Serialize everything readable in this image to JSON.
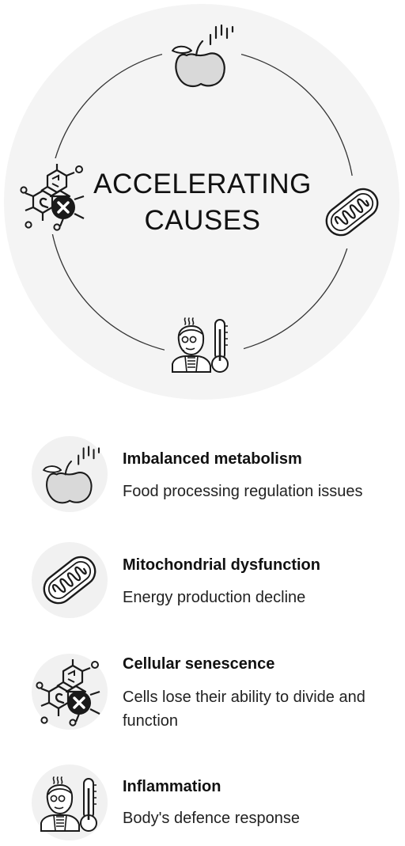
{
  "hero": {
    "title_line1": "ACCELERATING",
    "title_line2": "CAUSES",
    "icons": [
      "apple-icon",
      "mitochondria-icon",
      "heat-person-icon",
      "cell-damage-icon"
    ]
  },
  "causes": [
    {
      "title": "Imbalanced metabolism",
      "description": "Food processing regulation issues",
      "icon": "apple-icon"
    },
    {
      "title": "Mitochondrial dysfunction",
      "description": "Energy production decline",
      "icon": "mitochondria-icon"
    },
    {
      "title": "Cellular senescence",
      "description": "Cells lose their ability to divide and function",
      "icon": "cell-damage-icon"
    },
    {
      "title": "Inflammation",
      "description": "Body's defence response",
      "icon": "heat-person-icon"
    }
  ],
  "colors": {
    "circle_bg": "#f4f4f4",
    "badge_bg": "#f1f1f1",
    "stroke": "#1a1a1a",
    "fill_gray": "#d9d9d9"
  }
}
